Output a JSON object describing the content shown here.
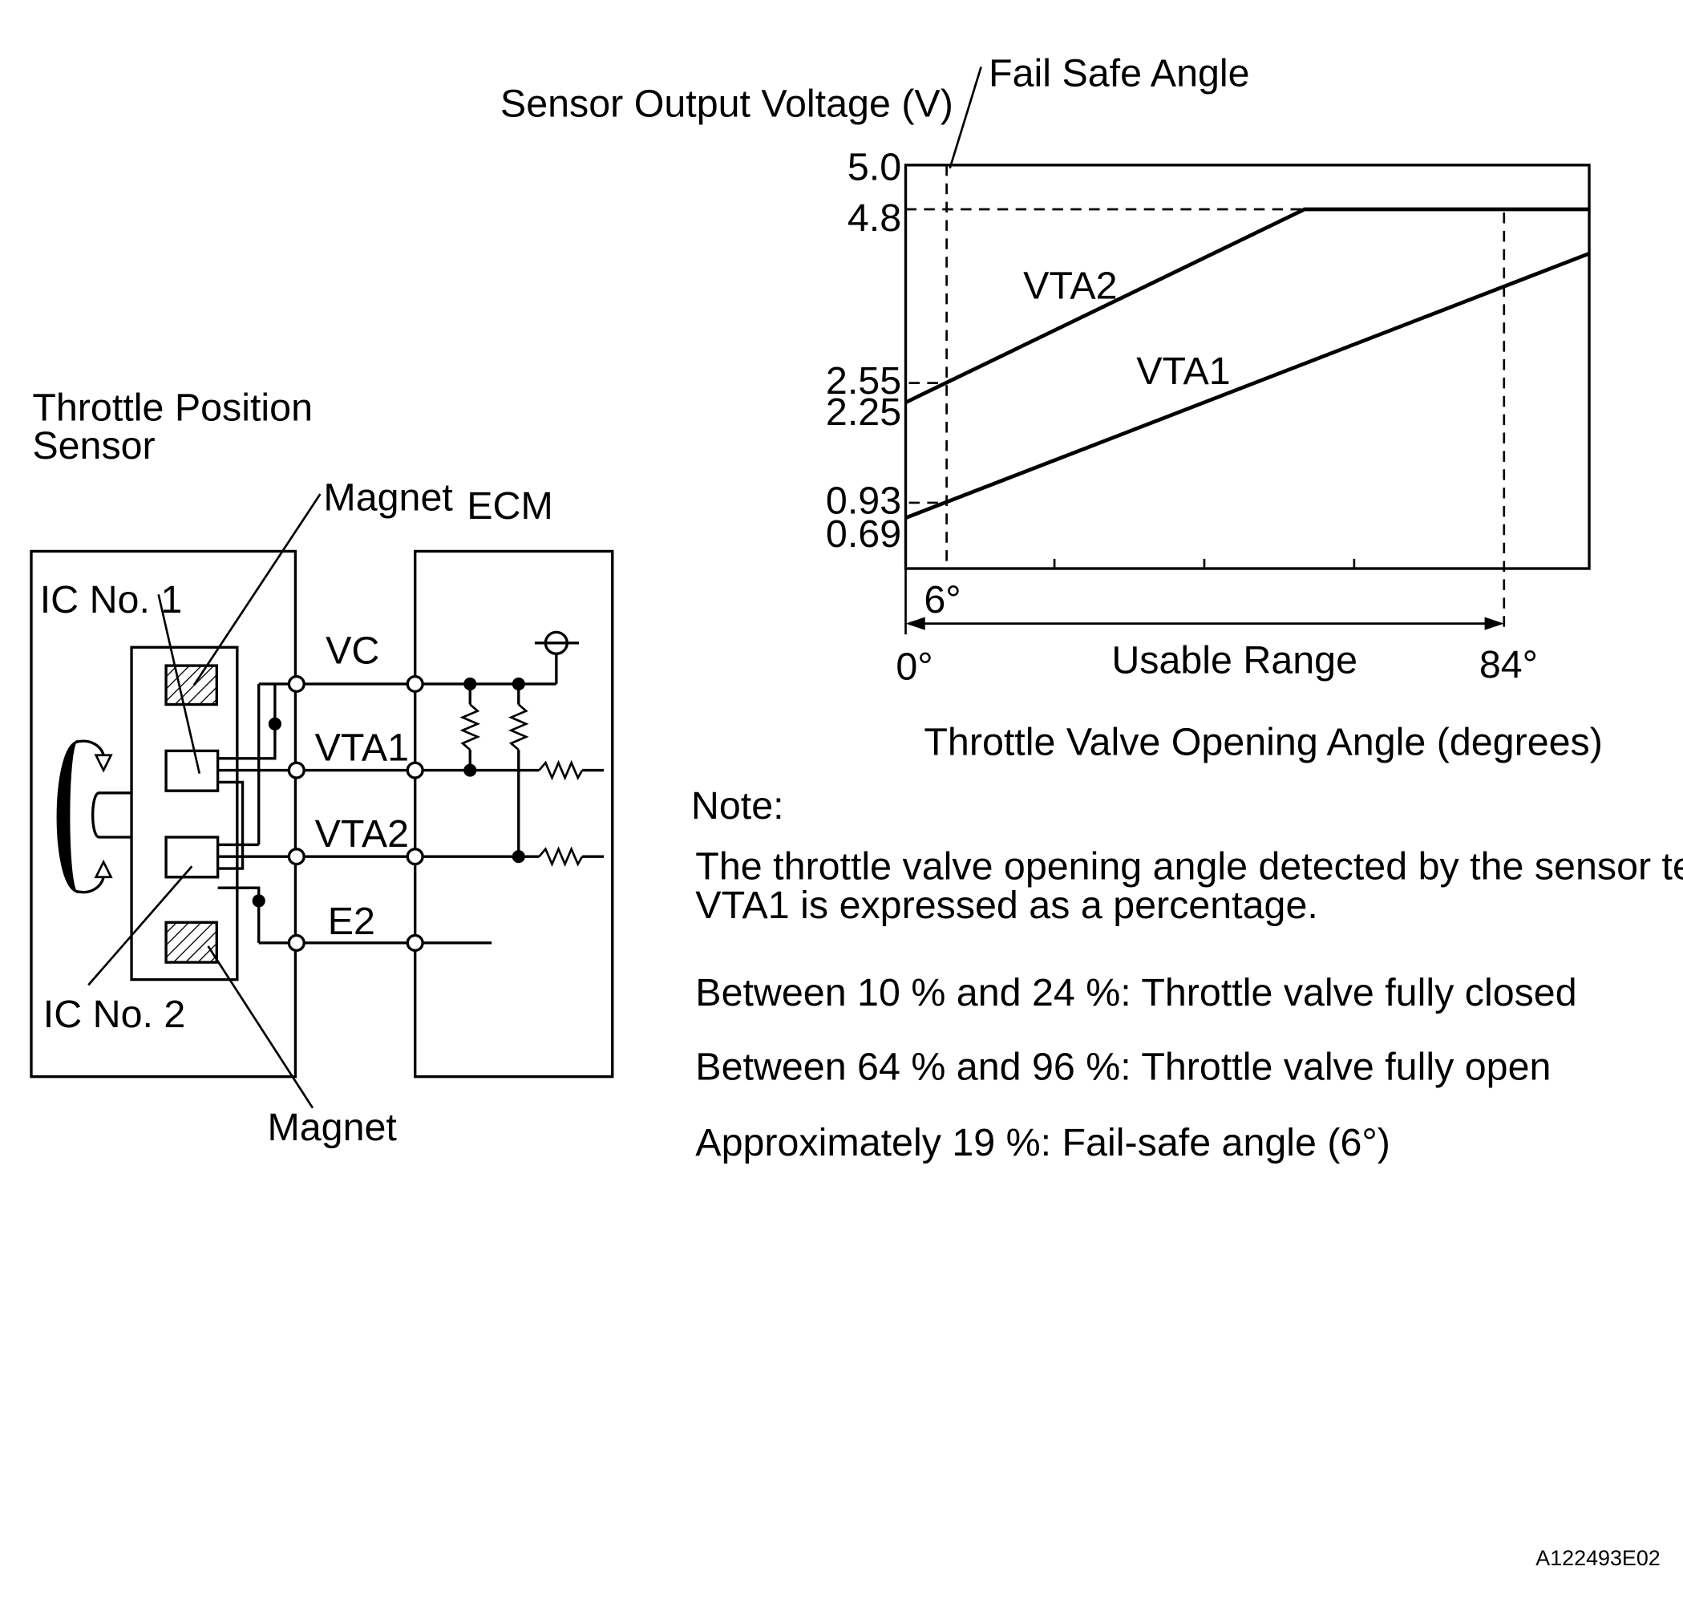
{
  "sensor_title_line1": "Throttle Position",
  "sensor_title_line2": "Sensor",
  "ecm_label": "ECM",
  "magnet_top_label": "Magnet",
  "magnet_bottom_label": "Magnet",
  "ic1_label": "IC No. 1",
  "ic2_label": "IC No. 2",
  "terminals": {
    "vc": "VC",
    "vta1": "VTA1",
    "vta2": "VTA2",
    "e2": "E2"
  },
  "graph": {
    "ylabel": "Sensor Output Voltage (V)",
    "xlabel": "Throttle Valve Opening Angle (degrees)",
    "fail_safe_label": "Fail Safe Angle",
    "usable_range_label": "Usable Range",
    "y_ticks": [
      "5.0",
      "4.8",
      "2.55",
      "2.25",
      "0.93",
      "0.69"
    ],
    "x_labels": {
      "zero": "0°",
      "fail_safe": "6°",
      "end": "84°"
    },
    "series_labels": {
      "vta2": "VTA2",
      "vta1": "VTA1"
    }
  },
  "note": {
    "heading": "Note:",
    "line1": "The throttle valve opening angle detected by the sensor terminal",
    "line2": "VTA1 is expressed as a percentage.",
    "closed": "Between 10 % and 24 %: Throttle valve fully closed",
    "open": "Between 64 % and 96 %: Throttle valve fully open",
    "failsafe": "Approximately 19 %: Fail-safe angle (6°)"
  },
  "figure_code": "A122493E02"
}
